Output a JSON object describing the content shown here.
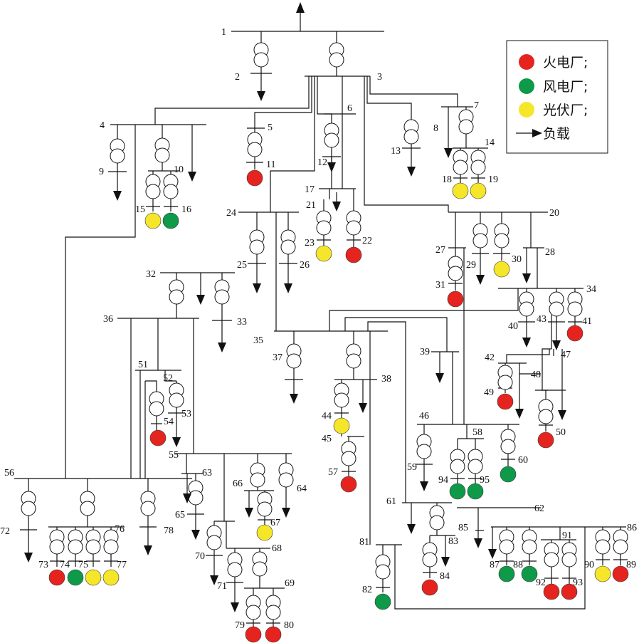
{
  "legend": {
    "thermal": "火电厂;",
    "wind": "风电厂;",
    "solar": "光伏厂;",
    "load": "负载"
  },
  "colors": {
    "thermal": "#e52420",
    "wind": "#0e9a48",
    "solar": "#f5e62a"
  },
  "node_labels": [
    "1",
    "2",
    "3",
    "4",
    "5",
    "6",
    "7",
    "8",
    "9",
    "10",
    "11",
    "12",
    "13",
    "14",
    "15",
    "16",
    "17",
    "18",
    "19",
    "20",
    "21",
    "22",
    "23",
    "24",
    "25",
    "26",
    "27",
    "28",
    "29",
    "30",
    "31",
    "32",
    "33",
    "34",
    "35",
    "36",
    "37",
    "38",
    "39",
    "40",
    "41",
    "42",
    "43",
    "44",
    "45",
    "46",
    "47",
    "48",
    "49",
    "50",
    "51",
    "52",
    "53",
    "54",
    "55",
    "56",
    "57",
    "58",
    "59",
    "60",
    "61",
    "62",
    "63",
    "64",
    "65",
    "66",
    "67",
    "68",
    "69",
    "70",
    "71",
    "72",
    "73",
    "74",
    "75",
    "76",
    "77",
    "78",
    "79",
    "80",
    "81",
    "82",
    "83",
    "84",
    "85",
    "86",
    "87",
    "88",
    "89",
    "90",
    "91",
    "92",
    "93",
    "94",
    "95"
  ]
}
